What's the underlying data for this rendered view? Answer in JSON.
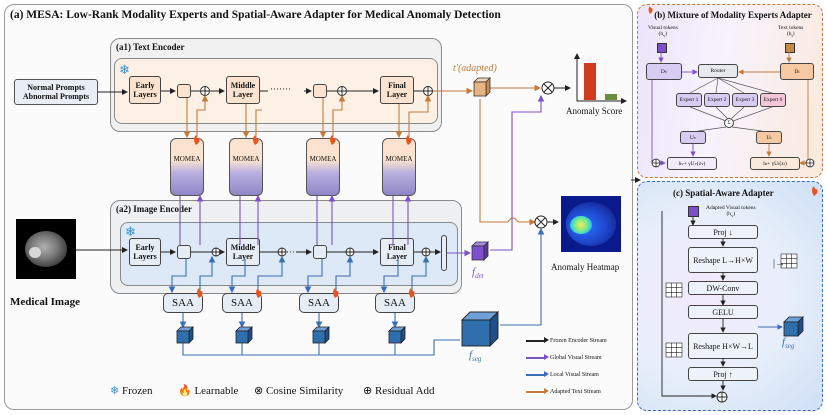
{
  "figure": {
    "main_title": "(a) MESA: Low-Rank Modality Experts and Spatial-Aware Adapter for Medical Anomaly Detection",
    "text_encoder": {
      "title": "(a1) Text Encoder",
      "early": "Early Layers",
      "middle": "Middle Layer",
      "final": "Final Layer",
      "dots": "·······",
      "output": "t′(adapted)"
    },
    "prompts": {
      "normal": "Normal Prompts",
      "abnormal": "Abnormal Prompts"
    },
    "momea": "MOMEA",
    "image_encoder": {
      "title": "(a2) Image Encoder",
      "early": "Early Layers",
      "middle": "Middle Layer",
      "final": "Final Layer",
      "f_det": "f",
      "f_det_sub": "det",
      "f_seg": "f",
      "f_seg_sub": "seg"
    },
    "saa": "SAA",
    "medical_image": "Medical Image",
    "anomaly_score": "Anomaly Score",
    "anomaly_heatmap": "Anomaly Heatmap",
    "legend_symbols": {
      "frozen": "Frozen",
      "learnable": "Learnable",
      "cosine": "Cosine Similarity",
      "residual": "Residual Add"
    },
    "legend_streams": [
      {
        "label": "Frozen Encoder Stream",
        "color": "#222222"
      },
      {
        "label": "Global Visual Stream",
        "color": "#7b52c8"
      },
      {
        "label": "Local Visual Stream",
        "color": "#3a6fb5"
      },
      {
        "label": "Adapted Text Stream",
        "color": "#c47a3a"
      }
    ],
    "panel_b": {
      "title": "(b) Mixture of Modality Experts Adapter",
      "visual_tokens": "Visual tokens",
      "visual_tokens_sym": "(h",
      "text_tokens": "Text tokens",
      "router": "Router",
      "dv": "D",
      "dt": "D",
      "experts": [
        "Expert 1",
        "Expert 2",
        "Expert 3",
        "Expert 0"
      ],
      "uv": "U",
      "ut": "U",
      "sum": "Σ",
      "hv_out": "h",
      "ht_out": "h"
    },
    "panel_c": {
      "title": "(c) Spatial-Aware Adapter",
      "adapted_tokens": "Adapted Visual tokens",
      "adapted_sym": "(h",
      "steps": [
        "Proj ↓",
        "Reshape L→H×W",
        "DW-Conv",
        "GELU",
        "Reshape H×W→L",
        "Proj ↑"
      ],
      "f_seg": "f",
      "f_seg_sub": "seg"
    },
    "colors": {
      "text_panel": "#fdf1e6",
      "image_panel": "#e4edf7",
      "frozen_panel": "#f2f2f2",
      "adapted_text": "#c47a3a",
      "global_visual": "#7b52c8",
      "local_visual": "#3a6fb5",
      "momea_top": "#f6d3b8",
      "momea_bottom": "#8f86c7",
      "fseg_cube": "#2f6fad",
      "fdet_cube": "#7c4fcc",
      "score_high": "#d23a1f",
      "score_low": "#6b8d3a"
    }
  }
}
